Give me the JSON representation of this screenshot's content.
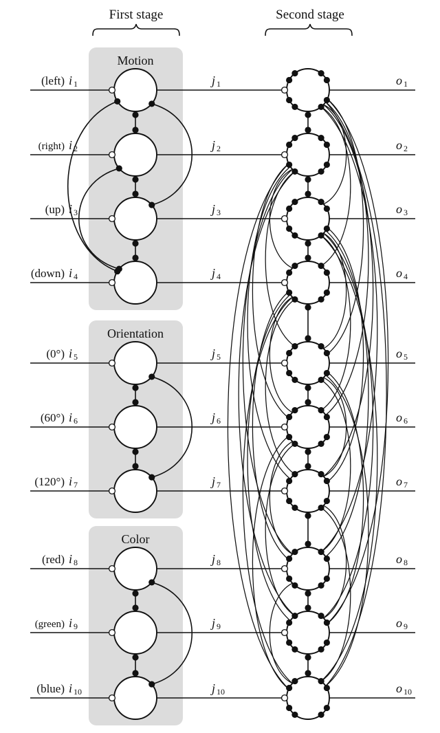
{
  "stages": {
    "first": "First stage",
    "second": "Second stage"
  },
  "groups": [
    {
      "title": "Motion",
      "units": [
        0,
        1,
        2,
        3
      ]
    },
    {
      "title": "Orientation",
      "units": [
        4,
        5,
        6
      ]
    },
    {
      "title": "Color",
      "units": [
        7,
        8,
        9
      ]
    }
  ],
  "inputs": [
    {
      "label": "(left)",
      "var": "i",
      "sub": "1"
    },
    {
      "label": "(right)",
      "var": "i",
      "sub": "2"
    },
    {
      "label": "(up)",
      "var": "i",
      "sub": "3"
    },
    {
      "label": "(down)",
      "var": "i",
      "sub": "4"
    },
    {
      "label": "(0°)",
      "var": "i",
      "sub": "5"
    },
    {
      "label": "(60°)",
      "var": "i",
      "sub": "6"
    },
    {
      "label": "(120°)",
      "var": "i",
      "sub": "7"
    },
    {
      "label": "(red)",
      "var": "i",
      "sub": "8"
    },
    {
      "label": "(green)",
      "var": "i",
      "sub": "9"
    },
    {
      "label": "(blue)",
      "var": "i",
      "sub": "10"
    }
  ],
  "intermediates": [
    {
      "var": "j",
      "sub": "1"
    },
    {
      "var": "j",
      "sub": "2"
    },
    {
      "var": "j",
      "sub": "3"
    },
    {
      "var": "j",
      "sub": "4"
    },
    {
      "var": "j",
      "sub": "5"
    },
    {
      "var": "j",
      "sub": "6"
    },
    {
      "var": "j",
      "sub": "7"
    },
    {
      "var": "j",
      "sub": "8"
    },
    {
      "var": "j",
      "sub": "9"
    },
    {
      "var": "j",
      "sub": "10"
    }
  ],
  "outputs": [
    {
      "var": "o",
      "sub": "1"
    },
    {
      "var": "o",
      "sub": "2"
    },
    {
      "var": "o",
      "sub": "3"
    },
    {
      "var": "o",
      "sub": "4"
    },
    {
      "var": "o",
      "sub": "5"
    },
    {
      "var": "o",
      "sub": "6"
    },
    {
      "var": "o",
      "sub": "7"
    },
    {
      "var": "o",
      "sub": "8"
    },
    {
      "var": "o",
      "sub": "9"
    },
    {
      "var": "o",
      "sub": "10"
    }
  ],
  "colors": {
    "group_box": "#dcdcdc",
    "stroke": "#111111",
    "node_fill": "#ffffff"
  }
}
